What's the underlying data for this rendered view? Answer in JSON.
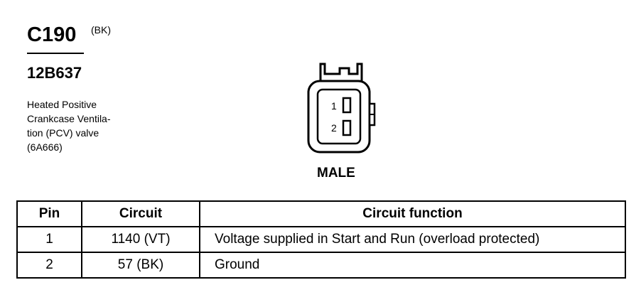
{
  "connector": {
    "id": "C190",
    "color_code": "(BK)",
    "part_number": "12B637",
    "description_lines": [
      "Heated Positive",
      "Crankcase Ventila-",
      "tion (PCV) valve",
      "(6A666)"
    ],
    "gender": "MALE",
    "diagram_pin_labels": [
      "1",
      "2"
    ]
  },
  "pin_table": {
    "headers": [
      "Pin",
      "Circuit",
      "Circuit function"
    ],
    "rows": [
      {
        "pin": "1",
        "circuit": "1140 (VT)",
        "function": "Voltage supplied in Start and Run (overload protected)"
      },
      {
        "pin": "2",
        "circuit": "57 (BK)",
        "function": "Ground"
      }
    ]
  }
}
